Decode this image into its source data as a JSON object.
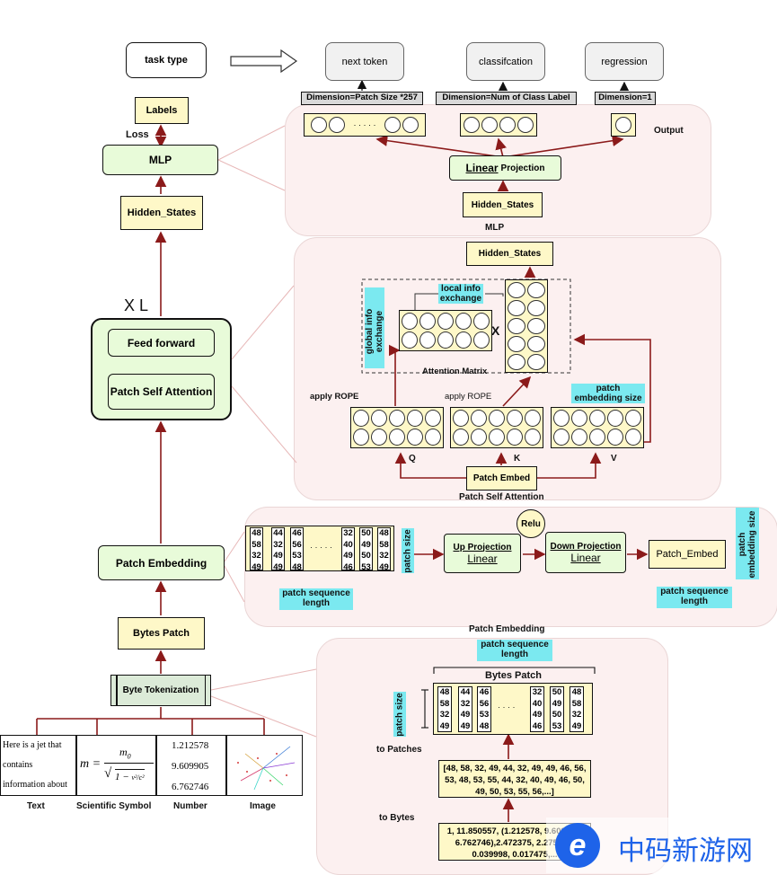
{
  "left": {
    "task_type": "task type",
    "labels": "Labels",
    "loss": "Loss",
    "mlp": "MLP",
    "hidden_states": "Hidden_States",
    "xl": "X L",
    "feed_forward": "Feed forward",
    "patch_self_attention": "Patch Self Attention",
    "patch_embedding": "Patch Embedding",
    "bytes_patch": "Bytes Patch",
    "byte_tokenization": "Byte Tokenization",
    "inputs": {
      "text_sample": "Here is a jet that contains information about all the particle",
      "numbers": [
        "1.212578",
        "9.609905",
        "6.762746"
      ],
      "captions": [
        "Text",
        "Scientific Symbol",
        "Number",
        "Image"
      ]
    }
  },
  "outputs": {
    "next_token": "next token",
    "classification": "classifcation",
    "regression": "regression",
    "dim_next": "Dimension=Patch Size *257",
    "dim_class": "Dimension=Num of Class Label",
    "dim_reg": "Dimension=1",
    "output": "Output",
    "ellipsis": "· · · · ·"
  },
  "mlp_panel": {
    "linear": "Linear",
    "projection": "Projection",
    "hidden_states": "Hidden_States",
    "title": "MLP"
  },
  "attention_panel": {
    "hidden_states": "Hidden_States",
    "global_info": "global info exchange",
    "local_info": "local info exchange",
    "x_mark": "X",
    "attention_matrix": "Attention Matrix",
    "apply_rope_q": "apply ROPE",
    "apply_rope_k": "apply ROPE",
    "patch_emb_size": "patch embedding size",
    "q": "Q",
    "k": "K",
    "v": "V",
    "patch_embed": "Patch Embed",
    "title": "Patch Self Attention"
  },
  "embedding_panel": {
    "columns": [
      [
        "48",
        "58",
        "32",
        "49"
      ],
      [
        "44",
        "32",
        "49",
        "49"
      ],
      [
        "46",
        "56",
        "53",
        "48"
      ],
      [
        "32",
        "40",
        "49",
        "46"
      ],
      [
        "50",
        "49",
        "50",
        "53"
      ],
      [
        "48",
        "58",
        "32",
        "49"
      ]
    ],
    "ellipsis": "· · · · ·",
    "patch_size": "patch size",
    "patch_seq_len": "patch sequence length",
    "relu": "Relu",
    "up_projection": "Up Projection",
    "down_projection": "Down Projection",
    "linear": "Linear",
    "patch_embed": "Patch_Embed",
    "patch_emb_size": "patch embedding size",
    "patch_seq_len_right": "patch sequence length",
    "title": "Patch Embedding"
  },
  "bytes_panel": {
    "patch_seq_len": "patch sequence length",
    "bytes_patch": "Bytes Patch",
    "patch_size": "patch size",
    "columns": [
      [
        "48",
        "58",
        "32",
        "49"
      ],
      [
        "44",
        "32",
        "49",
        "49"
      ],
      [
        "46",
        "56",
        "53",
        "48"
      ],
      [
        "32",
        "40",
        "49",
        "46"
      ],
      [
        "50",
        "49",
        "50",
        "53"
      ],
      [
        "48",
        "58",
        "32",
        "49"
      ]
    ],
    "ellipsis": "· · · ·",
    "to_patches": "to Patches",
    "byte_list": "[48, 58, 32, 49, 44, 32, 49, 49, 46, 56, 53, 48, 53, 55, 44, 32, 40, 49, 46, 50, 49, 50, 53, 55, 56,...]",
    "to_bytes": "to Bytes",
    "raw_values": "1, 11.850557, (1.212578, 9.609905, 6.762746),2.472375, 2.275581, 0.039998, 0.017475,..."
  },
  "watermark": {
    "text": "中码新游网"
  }
}
